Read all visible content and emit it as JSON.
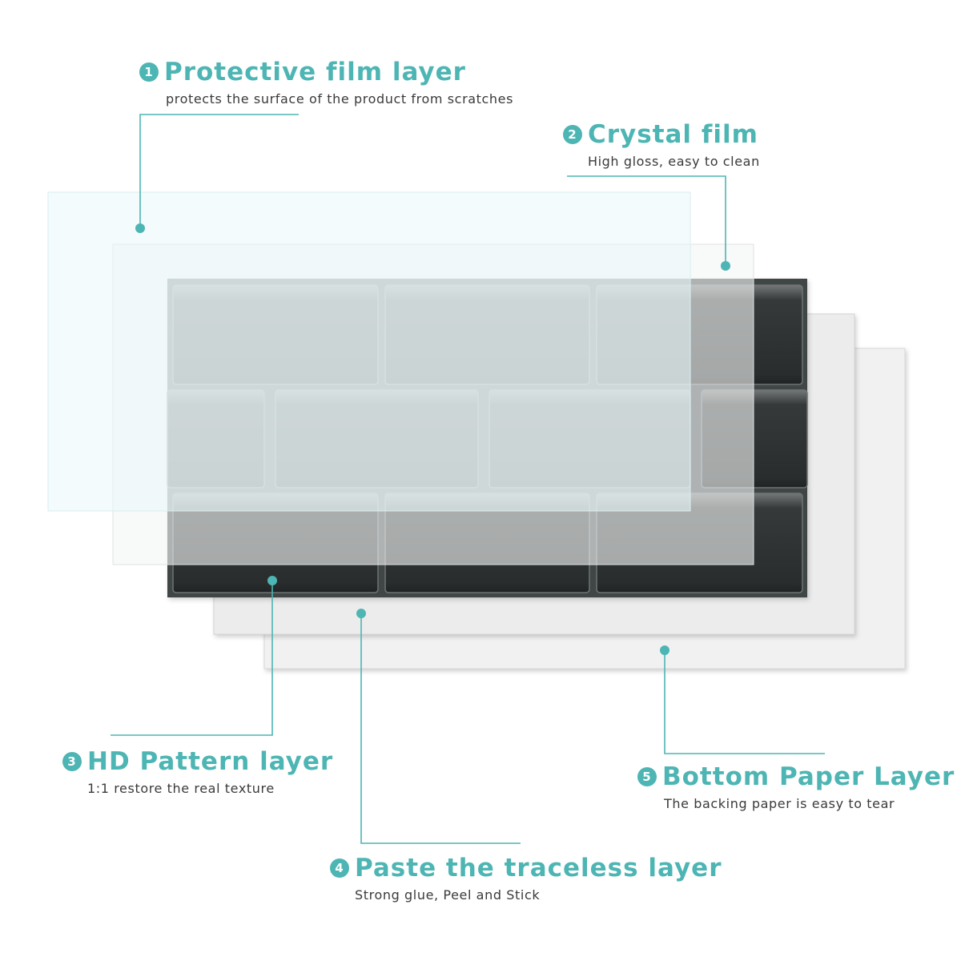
{
  "colors": {
    "accent": "#4db5b3",
    "dark_tile": "#2b2f2f",
    "light_tile": "#a9bdbc"
  },
  "layers": [
    {
      "number": "1",
      "title": "Protective film layer",
      "subtitle": "protects the surface of the product from scratches"
    },
    {
      "number": "2",
      "title": "Crystal film",
      "subtitle": "High gloss, easy to clean"
    },
    {
      "number": "3",
      "title": "HD Pattern layer",
      "subtitle": "1:1 restore the real texture"
    },
    {
      "number": "4",
      "title": "Paste the traceless layer",
      "subtitle": "Strong glue, Peel and Stick"
    },
    {
      "number": "5",
      "title": "Bottom Paper Layer",
      "subtitle": "The backing paper is easy to tear"
    }
  ]
}
